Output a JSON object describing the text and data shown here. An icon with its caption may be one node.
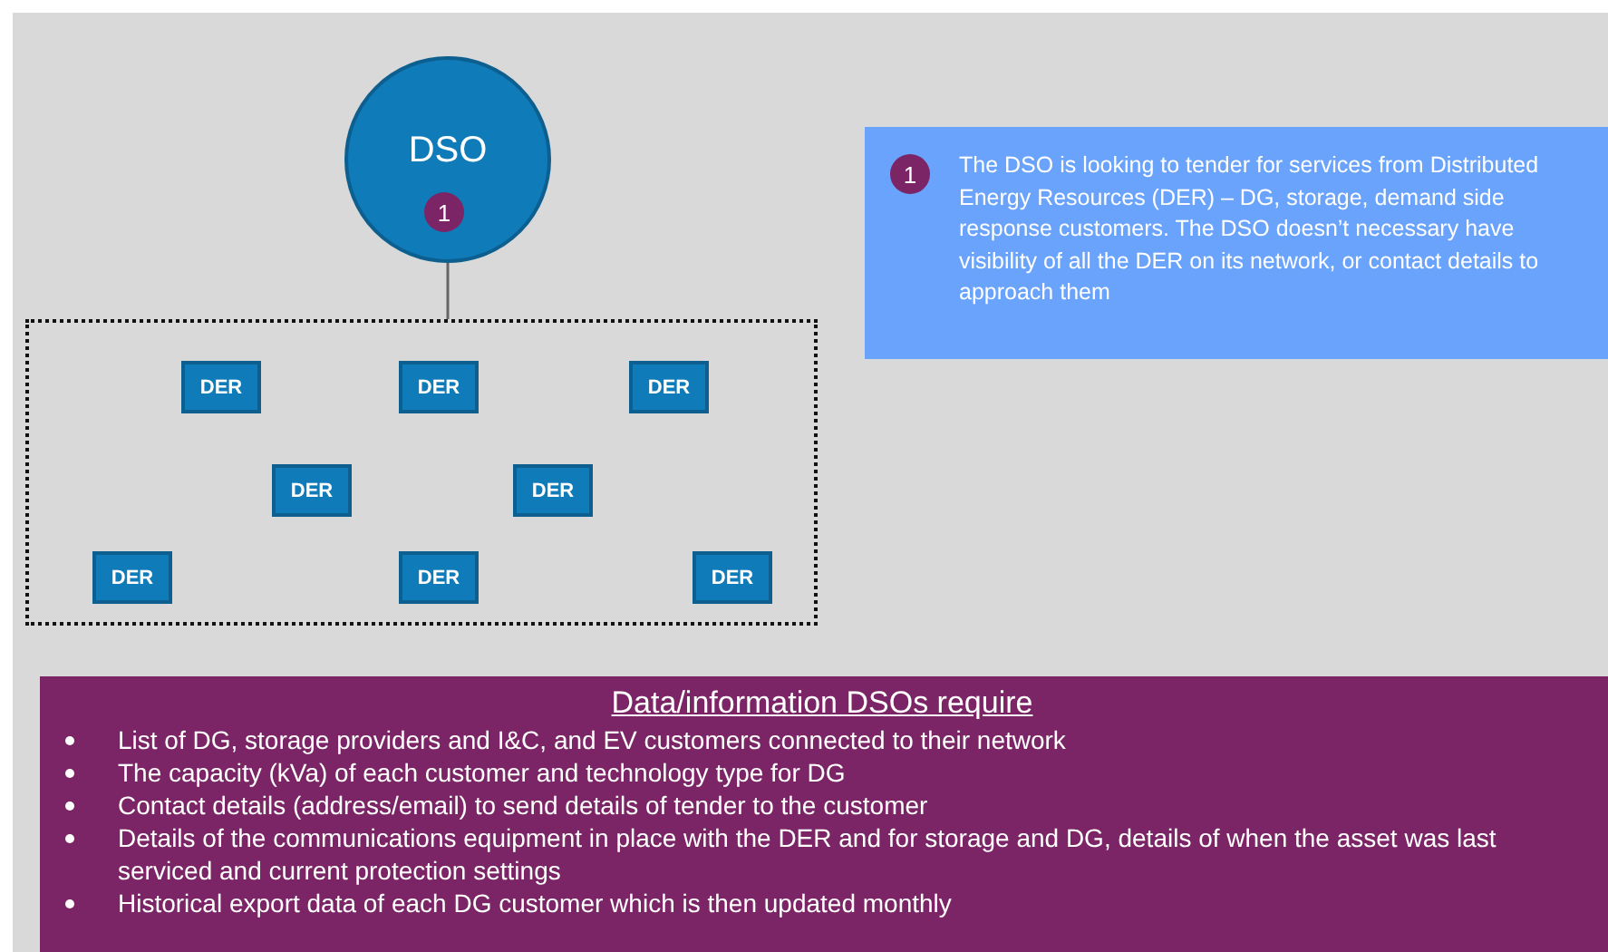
{
  "diagram": {
    "nodes": [
      {
        "text": [
          "DSO"
        ]
      },
      {
        "text": [
          "1"
        ],
        "in": 0
      },
      {
        "text": [],
        "shape": "box"
      },
      {
        "text": [
          "DER"
        ],
        "in": 2
      },
      {
        "text": [
          "DER"
        ],
        "in": 2
      },
      {
        "text": [
          "DER"
        ],
        "in": 2
      },
      {
        "text": [
          "DER"
        ],
        "in": 2
      },
      {
        "text": [
          "DER"
        ],
        "in": 2
      },
      {
        "text": [
          "DER"
        ],
        "in": 2
      },
      {
        "text": [
          "DER"
        ],
        "in": 2
      },
      {
        "text": [
          "DER"
        ],
        "in": 2
      },
      {
        "text": [
          "The DSO is looking to tender for services from Distributed Energy Resources (DER) – DG, storage, demand side response customers. The DSO doesn’t necessary have visibility of all the DER on its network, or contact details to approach them"
        ]
      },
      {
        "text": [
          "1"
        ],
        "in": 11
      },
      {
        "text": [
          "Data/information DSOs require",
          "List of DG, storage providers and I&C, and EV customers connected to their network",
          "The capacity (kVa) of each customer and technology type for DG",
          "Contact details (address/email) to send details of tender to the customer",
          "Details of the communications equipment in place with the DER and for storage and DG, details of when the asset was last serviced and current protection settings",
          "Historical export data of each DG customer which is then updated monthly"
        ]
      }
    ],
    "edges": [
      {
        "from": 0,
        "to": 2,
        "arrow": "none"
      }
    ]
  }
}
